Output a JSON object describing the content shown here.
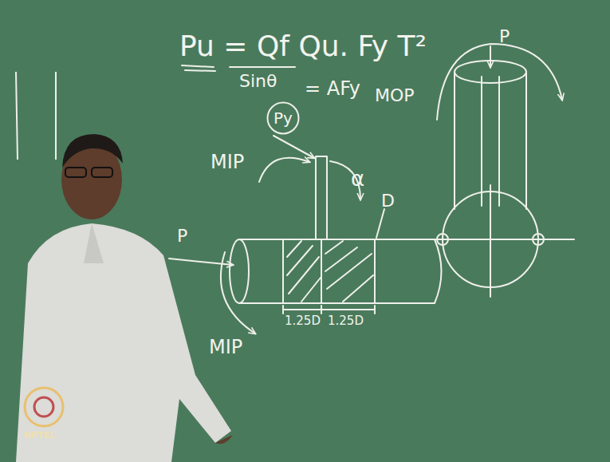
{
  "diagram": {
    "nodes": [
      {
        "text": [
          "Py"
        ]
      }
    ],
    "labels": [
      "Pu = Qf Qu. Fy T²",
      "Sinθ",
      "= AFy",
      "MIP",
      "α",
      "D",
      "P",
      "MIP",
      "1.25D",
      "1.25D",
      "P",
      "MOP",
      "NPTEL"
    ]
  }
}
